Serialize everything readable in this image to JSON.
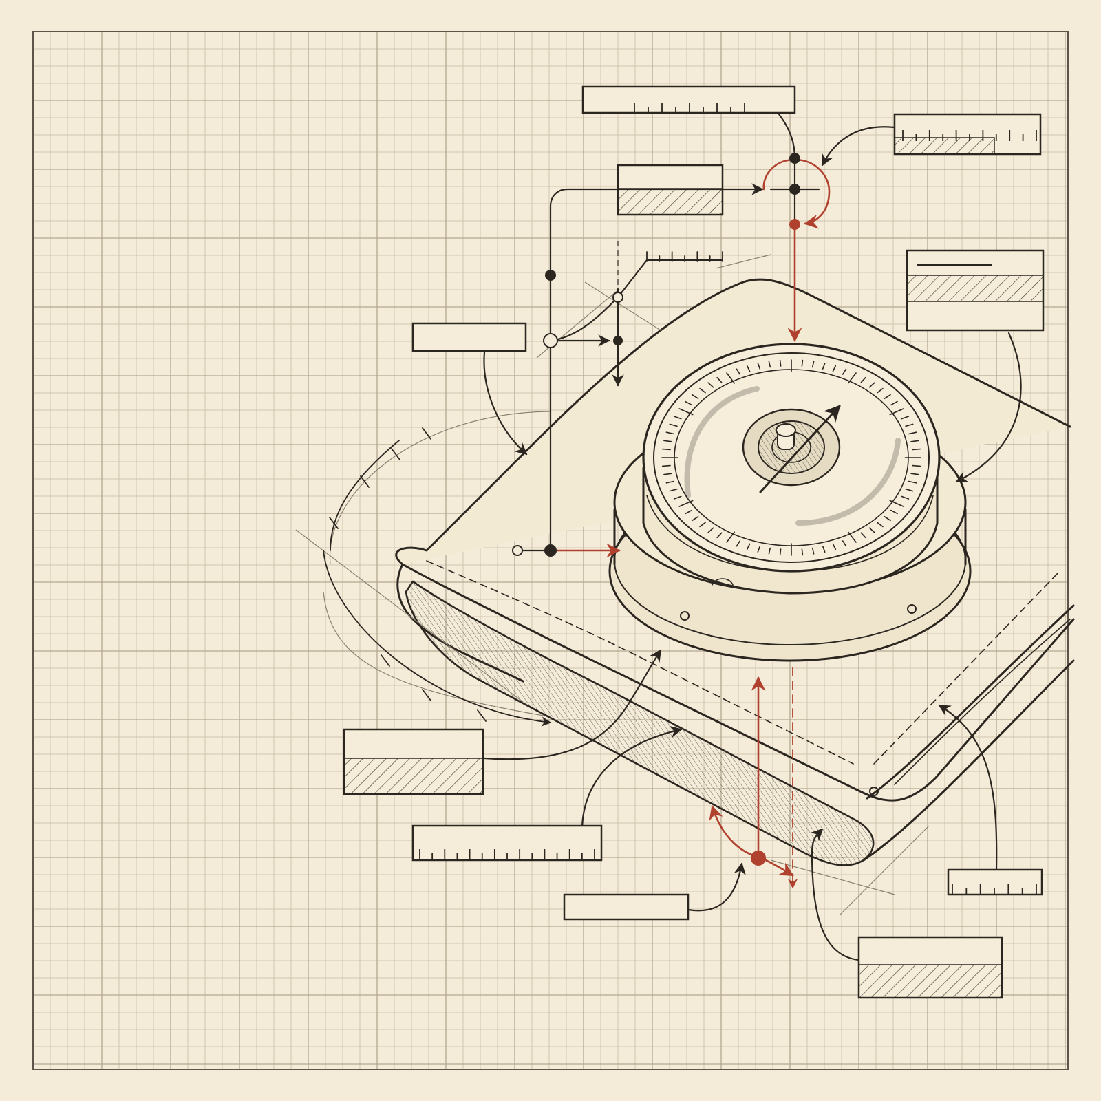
{
  "colors": {
    "paper": "#f4ecd9",
    "grid_minor": "#c9bfa9",
    "grid_major": "#a99d86",
    "ink": "#2b2620",
    "ink_soft": "#5d554a",
    "accent": "#b0412e"
  },
  "callout_boxes": [
    {
      "id": "top-scale-box",
      "style": "scale"
    },
    {
      "id": "top-right-scale-box",
      "style": "scale-hatched"
    },
    {
      "id": "upper-hatched-box",
      "style": "hatched"
    },
    {
      "id": "left-blank-box",
      "style": "blank"
    },
    {
      "id": "right-line-hatched-box",
      "style": "line-hatched"
    },
    {
      "id": "left-hatched-box",
      "style": "hatched"
    },
    {
      "id": "bottom-scale-box",
      "style": "scale"
    },
    {
      "id": "bottom-blank-box",
      "style": "blank"
    },
    {
      "id": "bottom-right-scale-box",
      "style": "scale"
    },
    {
      "id": "bottom-right-hatched-box",
      "style": "hatched"
    }
  ],
  "icons": [
    "gauge-dial-icon",
    "folded-strap-icon",
    "rotation-arrow-icon",
    "junction-node-icon"
  ]
}
